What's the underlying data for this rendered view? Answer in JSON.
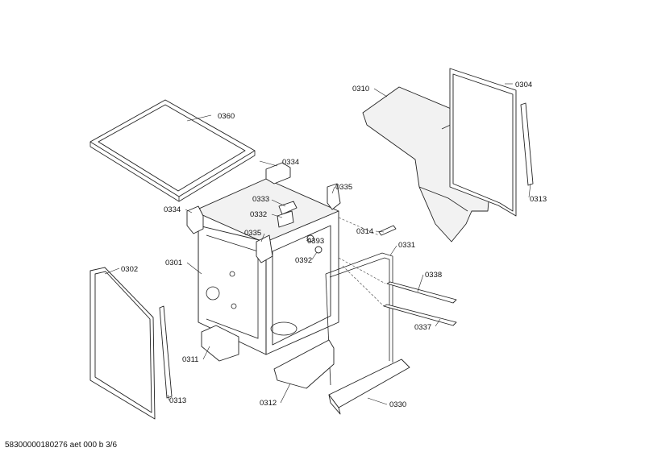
{
  "footer_text": "58300000180276 aet 000 b 3/6",
  "part_labels": {
    "p0360": "0360",
    "p0334a": "0334",
    "p0334b": "0334",
    "p0335a": "0335",
    "p0335b": "0335",
    "p0333": "0333",
    "p0332": "0332",
    "p0393": "0393",
    "p0392": "0392",
    "p0314": "0314",
    "p0331": "0331",
    "p0338": "0338",
    "p0337": "0337",
    "p0310": "0310",
    "p0304": "0304",
    "p0313a": "0313",
    "p0313b": "0313",
    "p0302": "0302",
    "p0301": "0301",
    "p0311": "0311",
    "p0312": "0312",
    "p0330": "0330"
  }
}
